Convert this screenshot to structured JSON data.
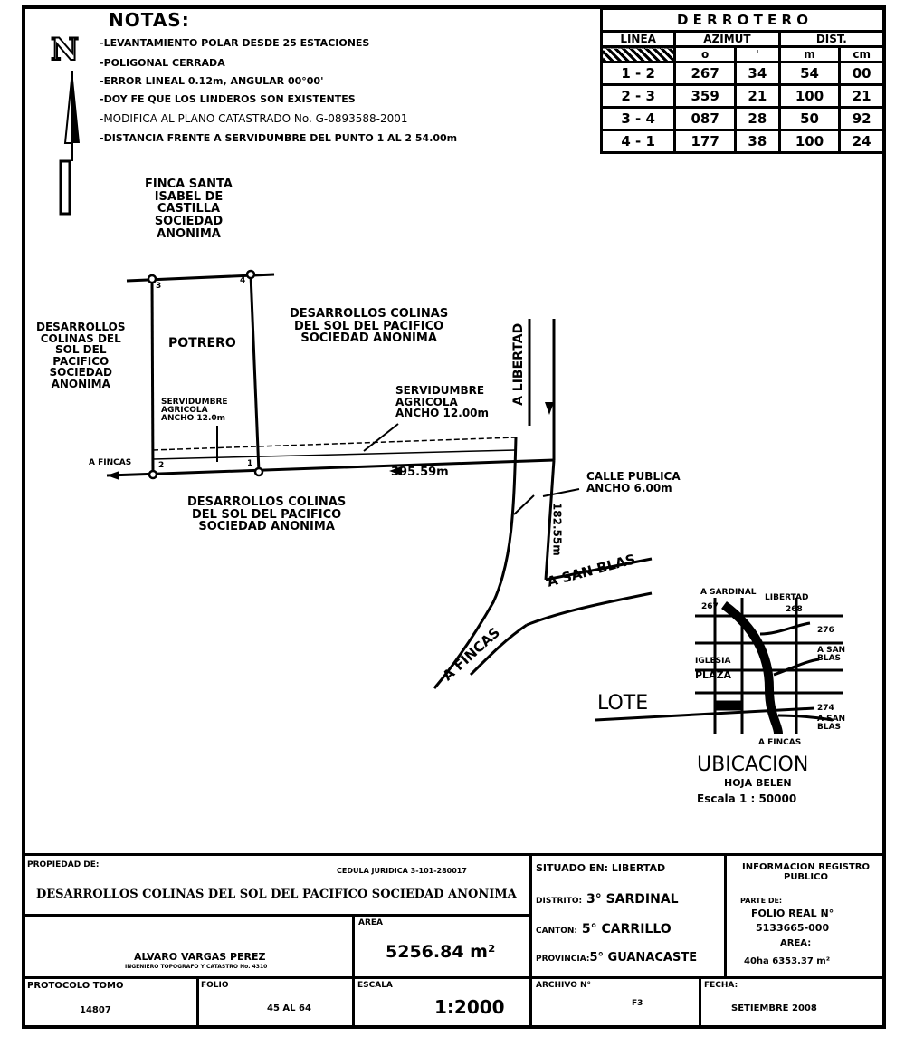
{
  "notes": {
    "title": "NOTAS:",
    "items": [
      "-LEVANTAMIENTO POLAR DESDE 25 ESTACIONES",
      "-POLIGONAL CERRADA",
      "-ERROR LINEAL 0.12m, ANGULAR 00°00'",
      "-DOY FE QUE LOS LINDEROS SON EXISTENTES",
      "-MODIFICA AL PLANO CATASTRADO No. G-0893588-2001",
      "-DISTANCIA FRENTE A SERVIDUMBRE DEL PUNTO 1 AL 2   54.00m"
    ]
  },
  "north_symbol": "N",
  "derrotero": {
    "title": "D E R R O T E R O",
    "headers": [
      "LINEA",
      "AZIMUT",
      "DIST."
    ],
    "subheaders": [
      "o",
      "'",
      "m",
      "cm"
    ],
    "rows": [
      {
        "linea": "1 - 2",
        "deg": "267",
        "min": "34",
        "m": "54",
        "cm": "00"
      },
      {
        "linea": "2 - 3",
        "deg": "359",
        "min": "21",
        "m": "100",
        "cm": "21"
      },
      {
        "linea": "3 - 4",
        "deg": "087",
        "min": "28",
        "m": "50",
        "cm": "92"
      },
      {
        "linea": "4 - 1",
        "deg": "177",
        "min": "38",
        "m": "100",
        "cm": "24"
      }
    ]
  },
  "map": {
    "finca_north": [
      "FINCA SANTA",
      "ISABEL DE",
      "CASTILLA",
      "SOCIEDAD",
      "ANONIMA"
    ],
    "west_owner": [
      "DESARROLLOS",
      "COLINAS DEL",
      "SOL DEL",
      "PACIFICO",
      "SOCIEDAD",
      "ANONIMA"
    ],
    "east_owner": [
      "DESARROLLOS COLINAS",
      "DEL SOL DEL PACIFICO",
      "SOCIEDAD ANONIMA"
    ],
    "south_owner": [
      "DESARROLLOS COLINAS",
      "DEL SOL DEL PACIFICO",
      "SOCIEDAD ANONIMA"
    ],
    "lot_name": "POTRERO",
    "serv_small": [
      "SERVIDUMBRE",
      "AGRICOLA",
      "ANCHO 12.0m"
    ],
    "serv_large": [
      "SERVIDUMBRE",
      "AGRICOLA",
      "ANCHO 12.00m"
    ],
    "distance": "395.59m",
    "a_fincas_left": "A FINCAS",
    "a_libertad": "A LIBERTAD",
    "calle": [
      "CALLE PUBLICA",
      "ANCHO 6.00m"
    ],
    "dist_vertical": "182.55m",
    "a_san_blas": "A SAN BLAS",
    "a_fincas_road": "A FINCAS",
    "points": [
      "1",
      "2",
      "3",
      "4"
    ]
  },
  "location": {
    "sardinal": "A SARDINAL",
    "libertad": "LIBERTAD",
    "n267": "267",
    "n268": "268",
    "n276": "276",
    "a_san_blas_1": "A SAN BLAS",
    "iglesia": "IGLESIA",
    "plaza": "PLAZA",
    "n274": "274",
    "a_san_blas_2": "A SAN BLAS",
    "a_fincas": "A FINCAS",
    "lote": "LOTE",
    "title": "UBICACION",
    "hoja": "HOJA BELEN",
    "escala": "Escala  1 : 50000"
  },
  "titleblock": {
    "propiedad_label": "PROPIEDAD DE:",
    "cedula": "CEDULA JURIDICA 3-101-280017",
    "owner": "DESARROLLOS COLINAS DEL SOL DEL PACIFICO SOCIEDAD ANONIMA",
    "surveyor": "ALVARO VARGAS PEREZ",
    "surveyor_sub": "INGENIERO TOPOGRAFO Y CATASTRO No. 4310",
    "area_label": "AREA",
    "area_value": "5256.84",
    "area_unit": "m²",
    "situado_label": "SITUADO EN:",
    "situado_value": "LIBERTAD",
    "distrito_label": "DISTRITO:",
    "distrito_value": "3° SARDINAL",
    "canton_label": "CANTON:",
    "canton_value": "5° CARRILLO",
    "provincia_label": "PROVINCIA:",
    "provincia_value": "5° GUANACASTE",
    "registro_title": "INFORMACION REGISTRO PUBLICO",
    "parte_label": "PARTE DE:",
    "folio_real": "FOLIO REAL N°",
    "folio_real_value": "5133665-000",
    "registro_area_label": "AREA:",
    "registro_area_value": "40ha 6353.37 m²",
    "protocolo_label": "PROTOCOLO TOMO",
    "protocolo_value": "14807",
    "folio_label": "FOLIO",
    "folio_value": "45 AL 64",
    "escala_label": "ESCALA",
    "escala_value": "1:2000",
    "archivo_label": "ARCHIVO N°",
    "archivo_value": "F3",
    "fecha_label": "FECHA:",
    "fecha_value": "SETIEMBRE 2008"
  }
}
